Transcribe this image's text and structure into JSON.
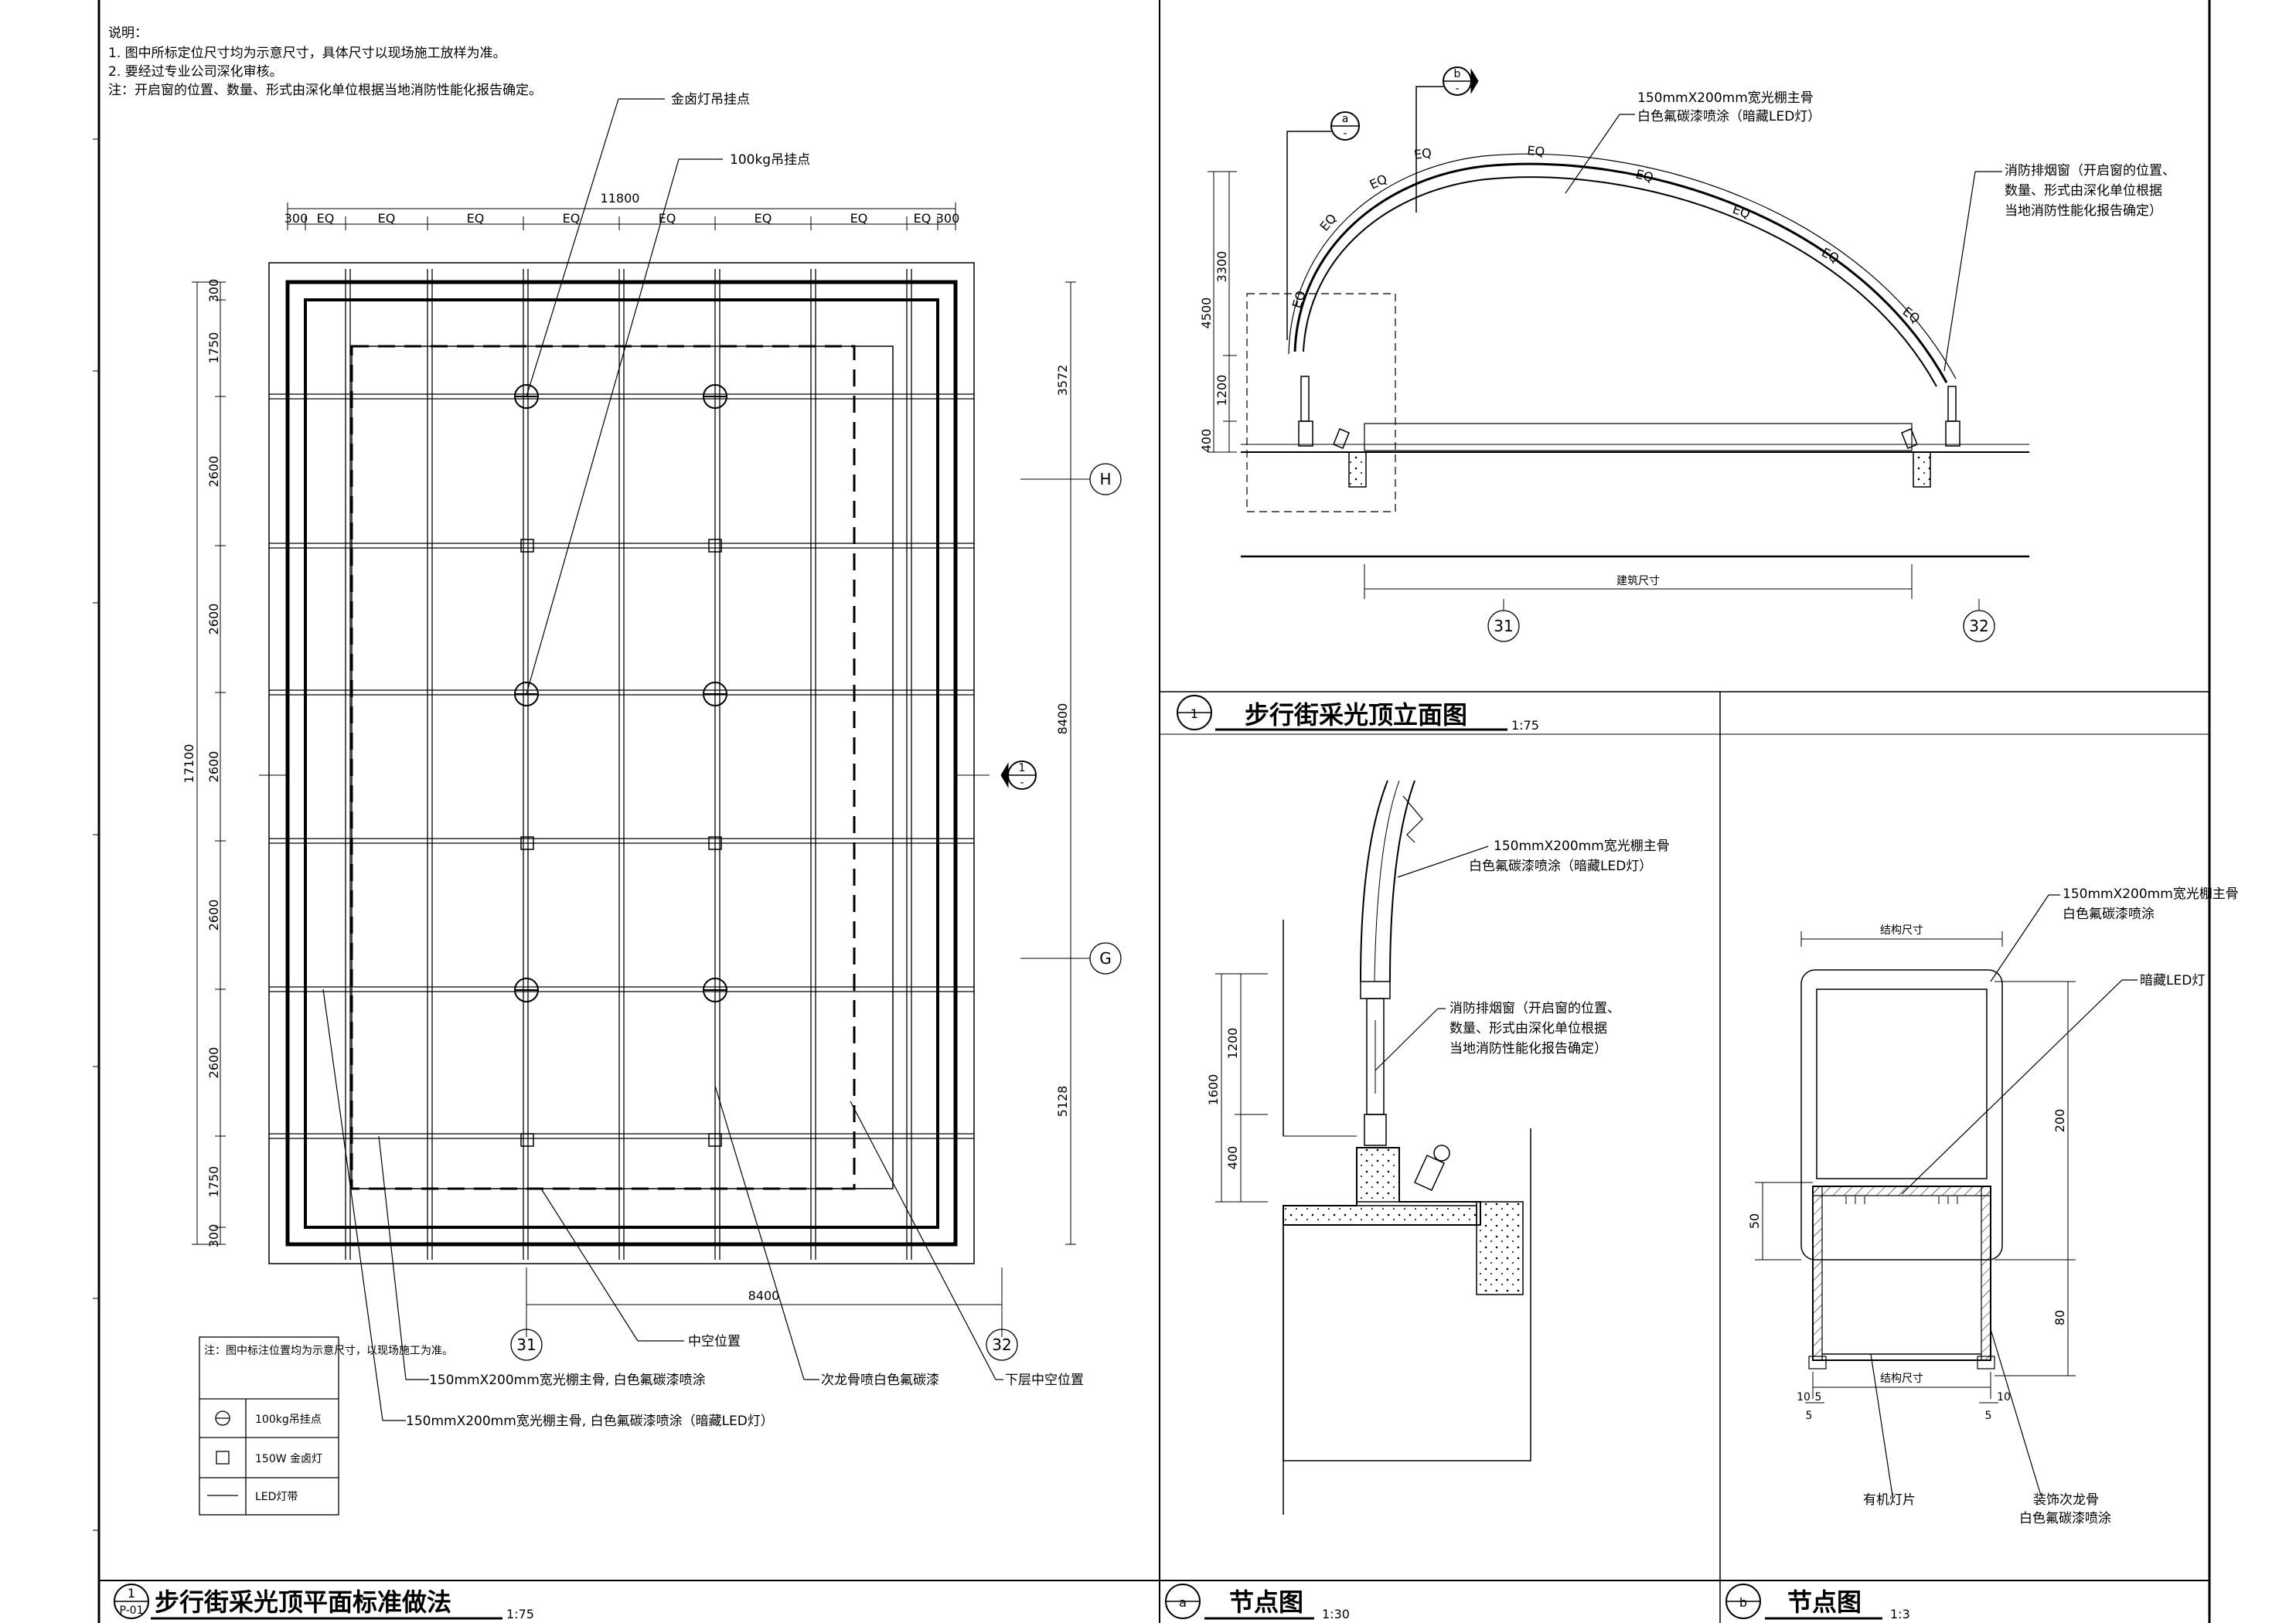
{
  "notes": {
    "heading": "说明：",
    "line1": "1. 图中所标定位尺寸均为示意尺寸，具体尺寸以现场施工放样为准。",
    "line2": "2. 要经过专业公司深化审核。",
    "line3": "注：开启窗的位置、数量、形式由深化单位根据当地消防性能化报告确定。"
  },
  "plan": {
    "callout_light_hang": "金卤灯吊挂点",
    "callout_100kg_hang": "100kg吊挂点",
    "dim_total_width": "11800",
    "dim_top_segments": [
      "300",
      "EQ",
      "EQ",
      "EQ",
      "EQ",
      "EQ",
      "EQ",
      "EQ",
      "EQ",
      "300"
    ],
    "dim_total_height": "17100",
    "dim_left_segments": [
      "300",
      "1750",
      "2600",
      "2600",
      "2600",
      "2600",
      "2600",
      "1750",
      "300"
    ],
    "dim_right_segments": [
      "3572",
      "8400",
      "5128"
    ],
    "dim_bottom": "8400",
    "grid_h": "H",
    "grid_g": "G",
    "grid_31": "31",
    "grid_32": "32",
    "section_mark": "1",
    "section_mark_sub": "-",
    "callout_void": "中空位置",
    "callout_main_keel": "150mmX200mm宽光棚主骨, 白色氟碳漆喷涂",
    "callout_main_keel_led": "150mmX200mm宽光棚主骨, 白色氟碳漆喷涂（暗藏LED灯）",
    "callout_secondary": "次龙骨喷白色氟碳漆",
    "callout_lower_void": "下层中空位置",
    "legend_top_note": "注：图中标注位置均为示意尺寸，以现场施工为准。",
    "legend_items": [
      "100kg吊挂点",
      "150W 金卤灯",
      "LED灯带"
    ],
    "title_num": "1",
    "title_sheet": "P-01",
    "title": "步行街采光顶平面标准做法",
    "scale": "1:75"
  },
  "elevation": {
    "callout_main": "150mmX200mm宽光棚主骨",
    "callout_main2": "白色氟碳漆喷涂（暗藏LED灯）",
    "callout_vent1": "消防排烟窗（开启窗的位置、",
    "callout_vent2": "数量、形式由深化单位根据",
    "callout_vent3": "当地消防性能化报告确定）",
    "eq": "EQ",
    "dims_left": [
      "4500",
      "3300",
      "1200",
      "400"
    ],
    "dim_building": "建筑尺寸",
    "grid_31": "31",
    "grid_32": "32",
    "mark_a": "a",
    "mark_b": "b",
    "mark_sub": "-",
    "title_num": "1",
    "title": "步行街采光顶立面图",
    "scale": "1:75"
  },
  "node_a": {
    "callout_main1": "150mmX200mm宽光棚主骨",
    "callout_main2": "白色氟碳漆喷涂（暗藏LED灯）",
    "callout_vent1": "消防排烟窗（开启窗的位置、",
    "callout_vent2": "数量、形式由深化单位根据",
    "callout_vent3": "当地消防性能化报告确定）",
    "dim_total": "1600",
    "dim_1200": "1200",
    "dim_400": "400",
    "title_mark": "a",
    "title": "节点图",
    "scale": "1:30"
  },
  "node_b": {
    "callout_main1": "150mmX200mm宽光棚主骨",
    "callout_main2": "白色氟碳漆喷涂",
    "callout_led": "暗藏LED灯",
    "dim_struct_top": "结构尺寸",
    "dim_struct_bottom": "结构尺寸",
    "dim_200": "200",
    "dim_50": "50",
    "dim_80": "80",
    "dim_10a": "10",
    "dim_5a": "5",
    "dim_5b": "5",
    "dim_10b": "10",
    "callout_lamp": "有机灯片",
    "callout_deco1": "装饰次龙骨",
    "callout_deco2": "白色氟碳漆喷涂",
    "title_mark": "b",
    "title": "节点图",
    "scale": "1:3"
  }
}
